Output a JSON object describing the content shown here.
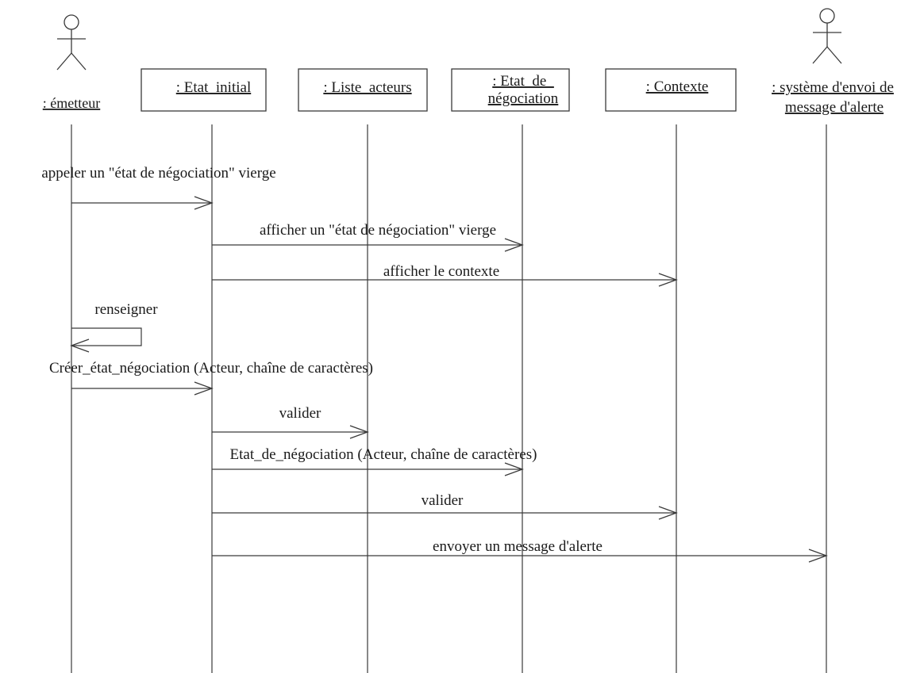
{
  "participants": [
    {
      "id": "emetteur",
      "kind": "actor",
      "lines": [
        ": émetteur"
      ]
    },
    {
      "id": "etat_initial",
      "kind": "object",
      "lines": [
        ": Etat_initial"
      ]
    },
    {
      "id": "liste_acteurs",
      "kind": "object",
      "lines": [
        ": Liste_acteurs"
      ]
    },
    {
      "id": "etat_de_negociation",
      "kind": "object",
      "lines": [
        ": Etat_de_",
        "négociation"
      ]
    },
    {
      "id": "contexte",
      "kind": "object",
      "lines": [
        ": Contexte"
      ]
    },
    {
      "id": "systeme_alerte",
      "kind": "actor",
      "lines": [
        ": système d'envoi de",
        "message d'alerte"
      ]
    }
  ],
  "messages": [
    {
      "from": "emetteur",
      "to": "etat_initial",
      "label": "appeler un \"état de négociation\" vierge"
    },
    {
      "from": "etat_initial",
      "to": "etat_de_negociation",
      "label": "afficher un  \"état de négociation\" vierge"
    },
    {
      "from": "etat_initial",
      "to": "contexte",
      "label": "afficher le contexte"
    },
    {
      "from": "emetteur",
      "to": "emetteur",
      "label": "renseigner"
    },
    {
      "from": "emetteur",
      "to": "etat_initial",
      "label": "Créer_état_négociation (Acteur, chaîne de caractères)"
    },
    {
      "from": "etat_initial",
      "to": "liste_acteurs",
      "label": "valider"
    },
    {
      "from": "etat_initial",
      "to": "etat_de_negociation",
      "label": "Etat_de_négociation (Acteur, chaîne de caractères)"
    },
    {
      "from": "etat_initial",
      "to": "contexte",
      "label": "valider"
    },
    {
      "from": "etat_initial",
      "to": "systeme_alerte",
      "label": "envoyer un message d'alerte"
    }
  ]
}
